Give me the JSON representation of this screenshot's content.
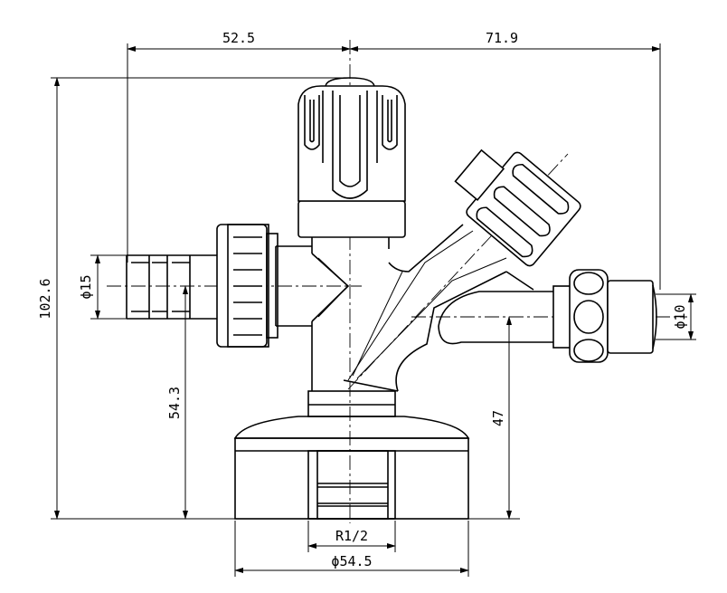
{
  "dimensions": {
    "width_left": "52.5",
    "width_right": "71.9",
    "total_height": "102.6",
    "left_diameter": "ϕ15",
    "right_diameter": "ϕ10",
    "left_height": "54.3",
    "right_height": "47",
    "thread": "R1/2",
    "base_diameter": "ϕ54.5"
  }
}
